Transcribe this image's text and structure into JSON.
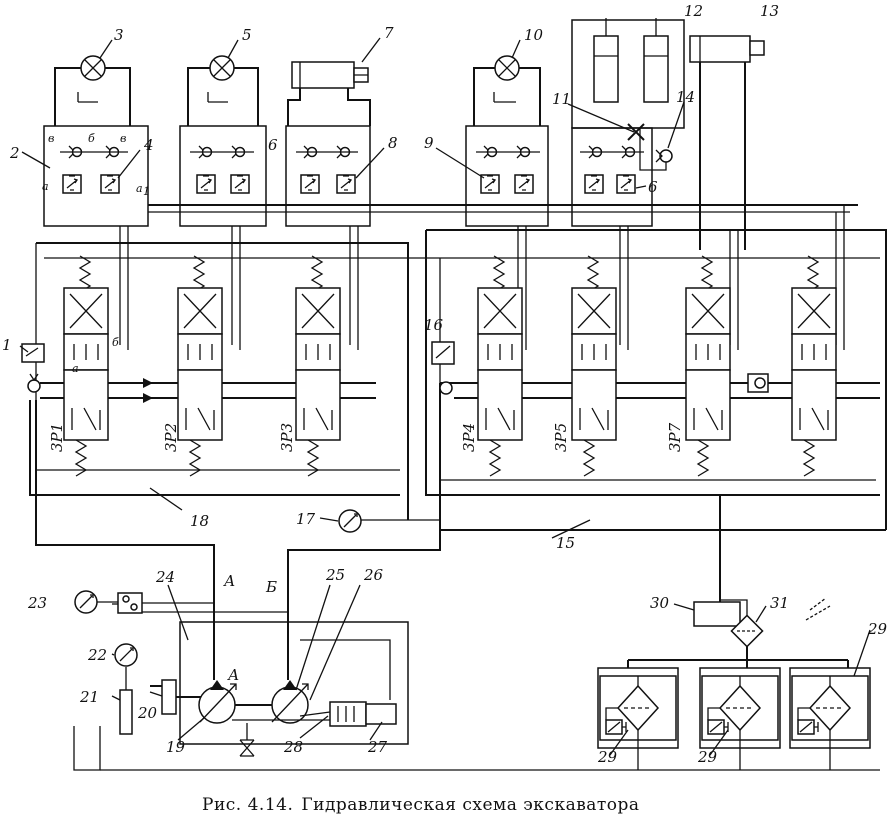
{
  "caption": {
    "prefix": "Рис. 4.14.",
    "title": "Гидравлическая схема экскаватора"
  },
  "callouts": [
    "1",
    "2",
    "3",
    "4",
    "5",
    "6",
    "7",
    "8",
    "9",
    "10",
    "11",
    "12",
    "13",
    "14",
    "6",
    "15",
    "16",
    "17",
    "18",
    "19",
    "20",
    "21",
    "22",
    "23",
    "24",
    "25",
    "26",
    "27",
    "28",
    "29",
    "29",
    "29",
    "30",
    "31"
  ],
  "distributors": [
    "3P1",
    "3P2",
    "3P3",
    "3P4",
    "3P5",
    "3P7"
  ],
  "port_letters": {
    "a": "а",
    "a1": "а",
    "a1_sub": "1",
    "b": "б",
    "v": "в",
    "pump_a": "А",
    "pump_b": "Б"
  }
}
